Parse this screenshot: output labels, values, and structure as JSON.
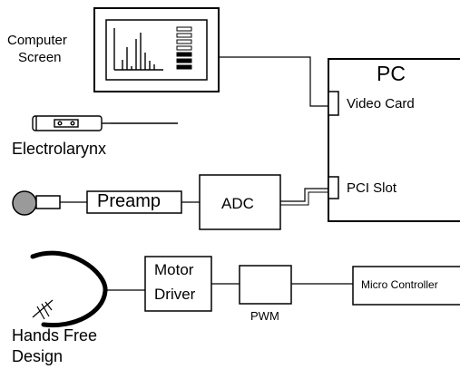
{
  "labels": {
    "computer_screen_line1": "Computer",
    "computer_screen_line2": "Screen",
    "pc": "PC",
    "video_card": "Video Card",
    "electrolarynx": "Electrolarynx",
    "preamp": "Preamp",
    "adc": "ADC",
    "pci_slot": "PCI Slot",
    "motor_driver_line1": "Motor",
    "motor_driver_line2": "Driver",
    "pwm": "PWM",
    "micro_controller": "Micro Controller",
    "hands_free_line1": "Hands Free",
    "hands_free_line2": "Design"
  },
  "colors": {
    "line": "#000000",
    "microphone_fill": "#9a9a9a",
    "background": "#ffffff"
  }
}
